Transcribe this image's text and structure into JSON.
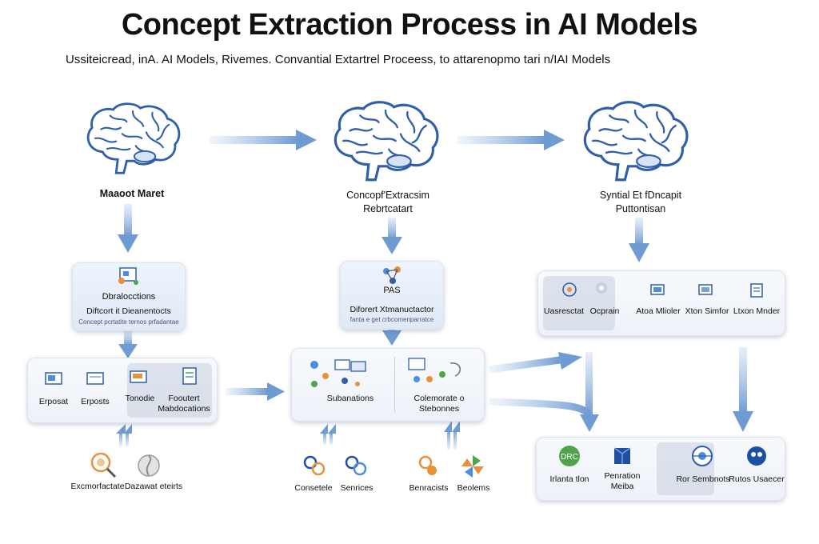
{
  "title": "Concept Extraction Process in AI Models",
  "subtitle": "Ussiteicread, inA. AI Models, Rivemes. Convantial Extartrel Proceess, to attarenopmo tari n/IAI Models",
  "stages": [
    {
      "name": "brain-1",
      "label_lines": [
        "Maaoot Maret"
      ]
    },
    {
      "name": "brain-2",
      "label_lines": [
        "Concopf'Extracsim",
        "Rebrtcatart"
      ]
    },
    {
      "name": "brain-3",
      "label_lines": [
        "Syntial Et fDncapit",
        "Puttontisan"
      ]
    }
  ],
  "left_top_box": {
    "title": "Dbralocctions",
    "line": "Diftcort it Dieanentocts",
    "note": "Concept pcrtatite ternos prfadantae"
  },
  "mid_top_box": {
    "title": "PAS",
    "line": "Diforert Xtmanuctactor",
    "note": "fanta e get crbcomenparratce"
  },
  "right_top_box": {
    "items": [
      "Uasresctat",
      "Ocprain",
      "Atoa Mlioler",
      "Xton Simfor",
      "Ltxon Mnder"
    ]
  },
  "left_mid_box": {
    "items": [
      "Erposat",
      "Erposts",
      "Tonodie",
      "Fooutert Mabdocations"
    ]
  },
  "mid_mid_box": {
    "items": [
      "Subanations",
      "Colemorate o Stebonnes"
    ]
  },
  "right_bottom_box": {
    "items": [
      "Irlanta tlon",
      "Penration Meiba",
      "Ror Sembnots",
      "Rutos Usaecer"
    ],
    "badge_text": "DRC"
  },
  "bottom_left_labels": [
    "Excmorfactate",
    "Dazawat eteirts"
  ],
  "bottom_mid_labels": [
    "Consetele",
    "Senrices",
    "Benracists",
    "Beolems"
  ],
  "colors": {
    "arrow": "#7aa3d6",
    "brain_stroke": "#2f5fa8",
    "brain_fill": "#ffffff",
    "panel_border": "#dde3ee",
    "accent_orange": "#e8913a",
    "accent_green": "#4ea34b",
    "accent_blue": "#1f4fa3"
  }
}
